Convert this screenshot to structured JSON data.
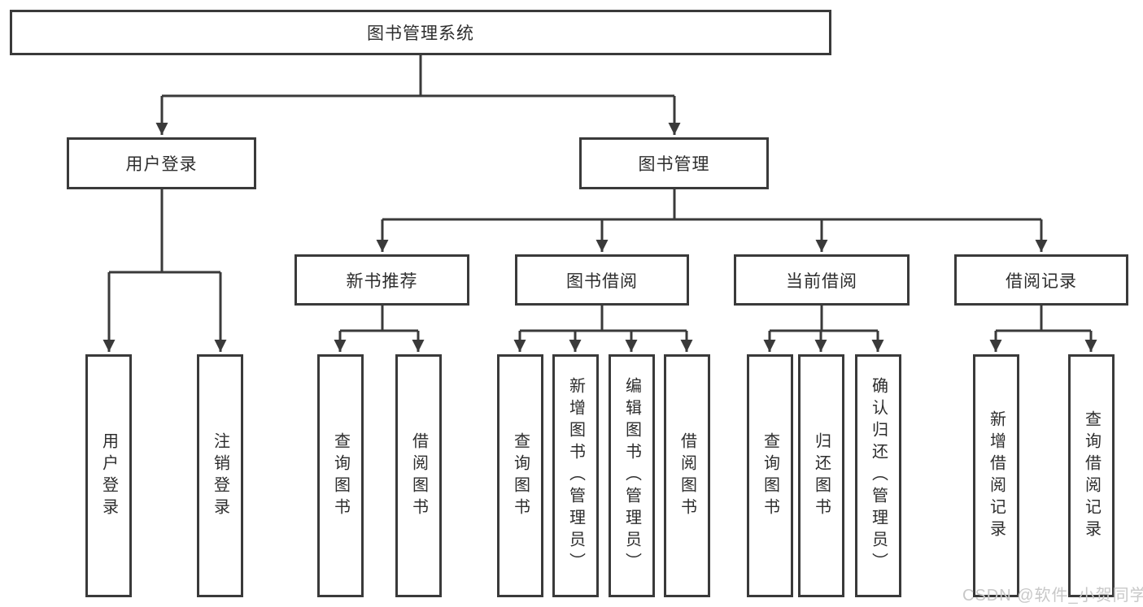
{
  "diagram": {
    "root": {
      "label": "图书管理系统"
    },
    "branches": [
      {
        "label": "用户登录",
        "children": [
          {
            "label": "用户登录"
          },
          {
            "label": "注销登录"
          }
        ]
      },
      {
        "label": "图书管理",
        "children": [
          {
            "label": "新书推荐",
            "children": [
              {
                "label": "查询图书"
              },
              {
                "label": "借阅图书"
              }
            ]
          },
          {
            "label": "图书借阅",
            "children": [
              {
                "label": "查询图书"
              },
              {
                "label": "新增图书（管理员）"
              },
              {
                "label": "编辑图书（管理员）"
              },
              {
                "label": "借阅图书"
              }
            ]
          },
          {
            "label": "当前借阅",
            "children": [
              {
                "label": "查询图书"
              },
              {
                "label": "归还图书"
              },
              {
                "label": "确认归还（管理员）"
              }
            ]
          },
          {
            "label": "借阅记录",
            "children": [
              {
                "label": "新增借阅记录"
              },
              {
                "label": "查询借阅记录"
              }
            ]
          }
        ]
      }
    ]
  },
  "watermark": {
    "text": "CSDN @软件_小贺同学"
  },
  "colors": {
    "background": "#ffffff",
    "box_border": "#3a3a3a",
    "line": "#3a3a3a",
    "text": "#2d2d2d",
    "watermark": "#c8c8c8"
  }
}
